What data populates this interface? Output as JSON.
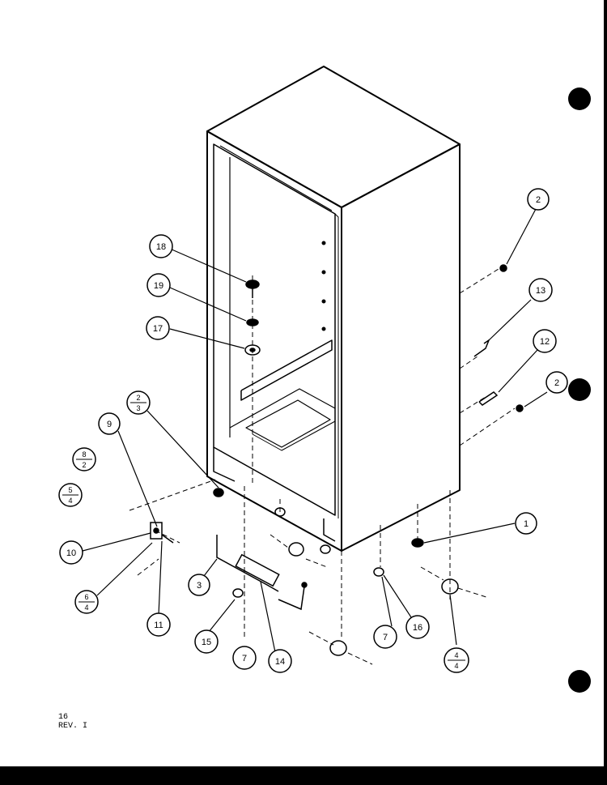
{
  "callouts": [
    {
      "id": "c18",
      "label": "18"
    },
    {
      "id": "c19",
      "label": "19"
    },
    {
      "id": "c17",
      "label": "17"
    },
    {
      "id": "c2a",
      "label": "2"
    },
    {
      "id": "c13",
      "label": "13"
    },
    {
      "id": "c12",
      "label": "12"
    },
    {
      "id": "c2b",
      "label": "2"
    },
    {
      "id": "c9",
      "label": "9"
    },
    {
      "id": "c10",
      "label": "10"
    },
    {
      "id": "c11",
      "label": "11"
    },
    {
      "id": "c3",
      "label": "3"
    },
    {
      "id": "c15",
      "label": "15"
    },
    {
      "id": "c7a",
      "label": "7"
    },
    {
      "id": "c14",
      "label": "14"
    },
    {
      "id": "c7b",
      "label": "7"
    },
    {
      "id": "c16",
      "label": "16"
    },
    {
      "id": "c1",
      "label": "1"
    }
  ],
  "fraction_callouts": [
    {
      "id": "f23",
      "top": "2",
      "bottom": "3"
    },
    {
      "id": "f82",
      "top": "8",
      "bottom": "2"
    },
    {
      "id": "f54",
      "top": "5",
      "bottom": "4"
    },
    {
      "id": "f64",
      "top": "6",
      "bottom": "4"
    },
    {
      "id": "f44",
      "top": "4",
      "bottom": "4"
    }
  ],
  "page_note": {
    "page": "16",
    "revision": "REV. I"
  }
}
